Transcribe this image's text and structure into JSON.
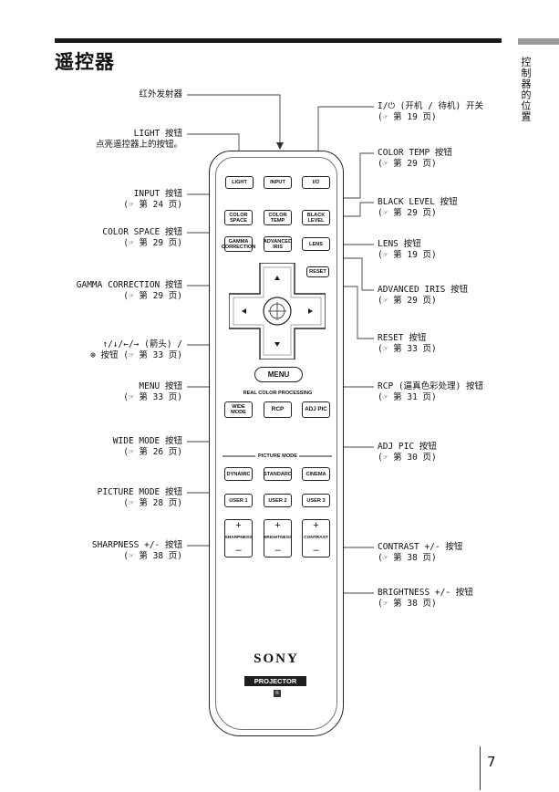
{
  "page": {
    "title": "遥控器",
    "side_tab": "控制器的位置",
    "page_number": "7"
  },
  "labels_left": {
    "ir": "红外发射器",
    "light_1": "LIGHT 按钮",
    "light_2": "点亮遥控器上的按钮。",
    "input_1": "INPUT 按钮",
    "input_2": "(☞ 第 24 页)",
    "colorspace_1": "COLOR SPACE 按钮",
    "colorspace_2": "(☞ 第 29 页)",
    "gamma_1": "GAMMA CORRECTION 按钮",
    "gamma_2": "(☞ 第 29 页)",
    "arrows_1": "↑/↓/←/→ (箭头) /",
    "arrows_2": "⊕ 按钮 (☞ 第 33 页)",
    "menu_1": "MENU 按钮",
    "menu_2": "(☞ 第 33 页)",
    "wide_1": "WIDE MODE 按钮",
    "wide_2": "(☞ 第 26 页)",
    "picture_1": "PICTURE MODE 按钮",
    "picture_2": "(☞ 第 28 页)",
    "sharp_1": "SHARPNESS +/- 按钮",
    "sharp_2": "(☞ 第 38 页)"
  },
  "labels_right": {
    "power_1": "I/⏻ (开机 / 待机) 开关",
    "power_2": "(☞ 第 19 页)",
    "colortemp_1": "COLOR TEMP 按钮",
    "colortemp_2": "(☞ 第 29 页)",
    "black_1": "BLACK LEVEL 按钮",
    "black_2": "(☞ 第 29 页)",
    "lens_1": "LENS 按钮",
    "lens_2": "(☞ 第 19 页)",
    "iris_1": "ADVANCED IRIS 按钮",
    "iris_2": "(☞ 第 29 页)",
    "reset_1": "RESET 按钮",
    "reset_2": "(☞ 第 33 页)",
    "rcp_1": "RCP (逼真色彩处理) 按钮",
    "rcp_2": "(☞ 第 31 页)",
    "adj_1": "ADJ PIC 按钮",
    "adj_2": "(☞ 第 30 页)",
    "contrast_1": "CONTRAST +/- 按钮",
    "contrast_2": "(☞ 第 38 页)",
    "bright_1": "BRIGHTNESS +/- 按钮",
    "bright_2": "(☞ 第 38 页)"
  },
  "remote": {
    "light": "LIGHT",
    "input": "INPUT",
    "power": "I/⏻",
    "color_space": "COLOR SPACE",
    "color_temp": "COLOR TEMP",
    "black_level": "BLACK LEVEL",
    "gamma": "GAMMA CORRECTION",
    "adv_iris": "ADVANCED IRIS",
    "lens": "LENS",
    "reset": "RESET",
    "menu": "MENU",
    "rcp_section": "REAL COLOR PROCESSING",
    "wide": "WIDE MODE",
    "rcp": "RCP",
    "adj": "ADJ PIC",
    "picture_section": "PICTURE MODE",
    "dynamic": "DYNAMIC",
    "standard": "STANDARD",
    "cinema": "CINEMA",
    "user1": "USER 1",
    "user2": "USER 2",
    "user3": "USER 3",
    "sharpness": "SHARPNESS",
    "brightness": "BRIGHTNESS",
    "contrast": "CONTRAST",
    "plus": "+",
    "minus": "–",
    "brand": "SONY",
    "projector": "PROJECTOR",
    "badge": "R"
  }
}
